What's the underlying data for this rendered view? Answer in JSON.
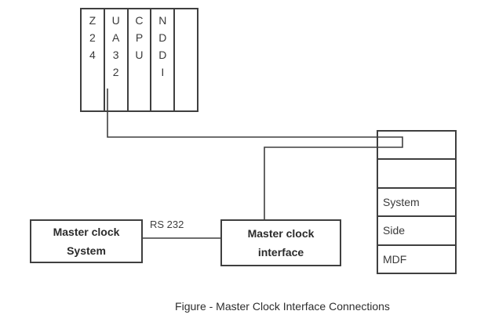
{
  "colors": {
    "line": "#3f3f3f",
    "text": "#3a3a3a",
    "bold_text": "#2b2b2b",
    "background": "#ffffff"
  },
  "card_shelf": {
    "slots": [
      "Z24",
      "UA32",
      "CPU",
      "NDDI",
      ""
    ]
  },
  "mdf_rack": {
    "rows": [
      "",
      "",
      "System",
      "Side",
      "MDF"
    ]
  },
  "master_clock_system": {
    "line1": "Master clock",
    "line2": "System"
  },
  "master_clock_interface": {
    "line1": "Master clock",
    "line2": "interface"
  },
  "rs232_label": "RS 232",
  "caption": "Figure - Master Clock Interface Connections"
}
